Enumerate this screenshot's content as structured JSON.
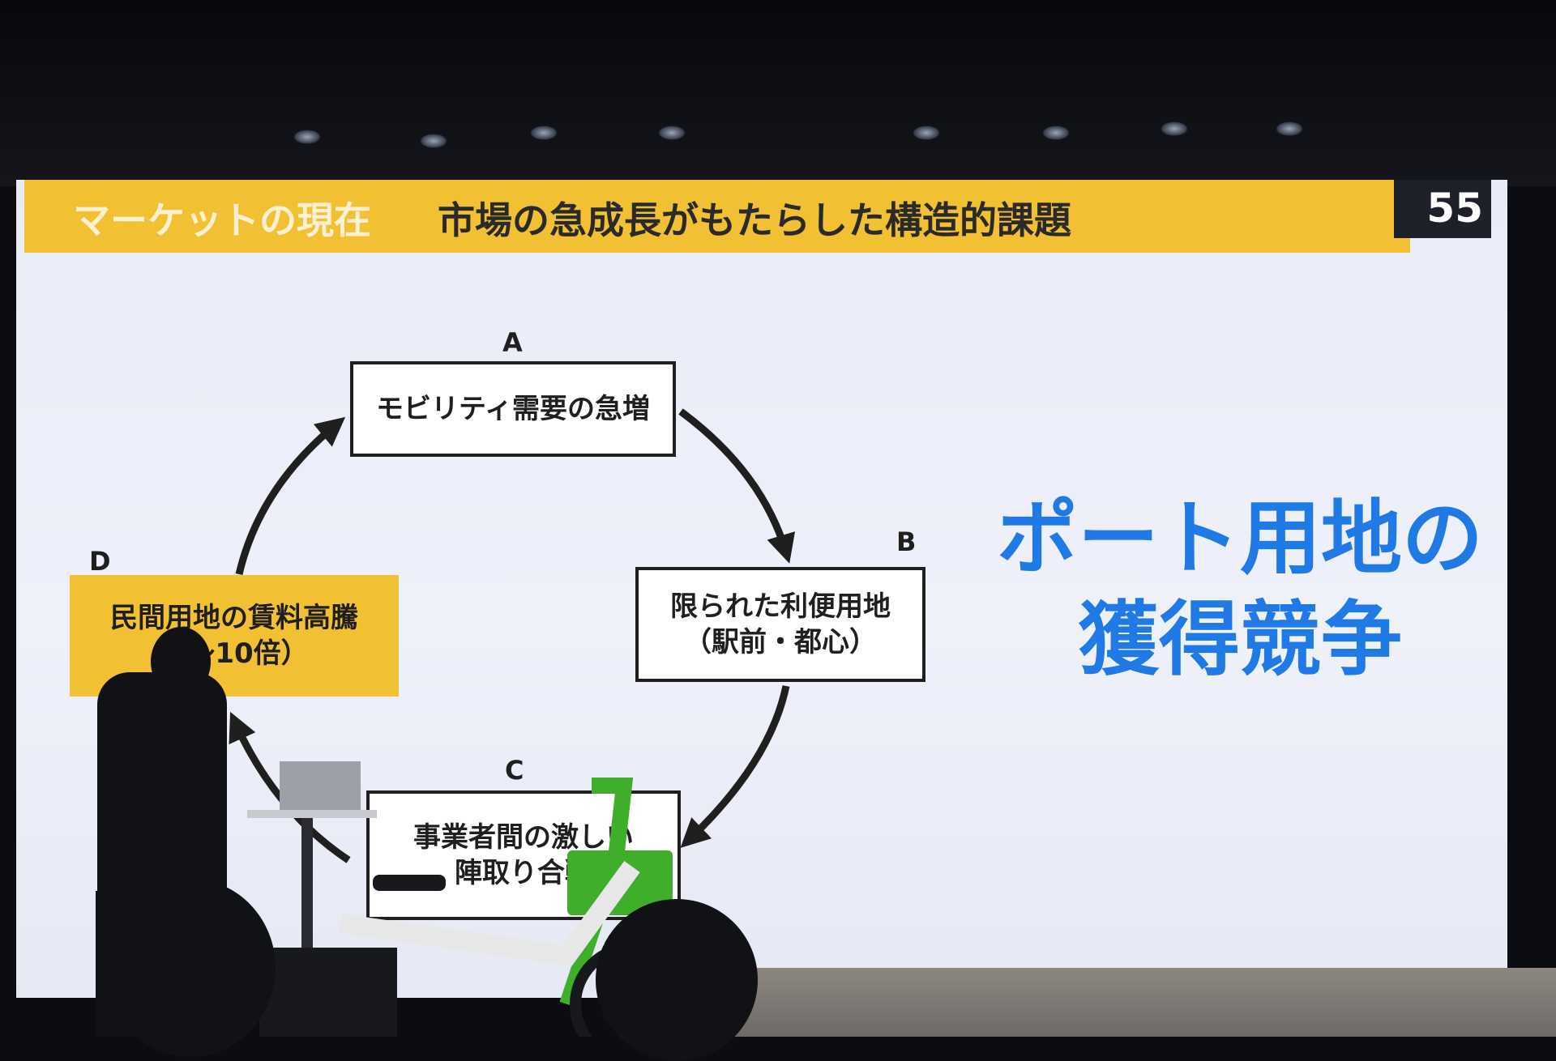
{
  "slide": {
    "header_subtitle": "マーケットの現在",
    "header_title": "市場の急成長がもたらした構造的課題",
    "page_number": "55"
  },
  "diagram": {
    "nodes": [
      {
        "letter": "A",
        "lines": [
          "モビリティ需要の急増"
        ]
      },
      {
        "letter": "B",
        "lines": [
          "限られた利便用地",
          "（駅前・都心）"
        ]
      },
      {
        "letter": "C",
        "lines": [
          "事業者間の激しい",
          "陣取り合戦"
        ]
      },
      {
        "letter": "D",
        "lines": [
          "民間用地の賃料高騰",
          "（〜10倍）"
        ]
      }
    ]
  },
  "highlight": {
    "line1": "ポート用地の",
    "line2": "獲得競争"
  },
  "colors": {
    "header_yellow": "#f2c033",
    "highlight_blue": "#1f7ae6",
    "bike_green": "#3fae2a"
  }
}
